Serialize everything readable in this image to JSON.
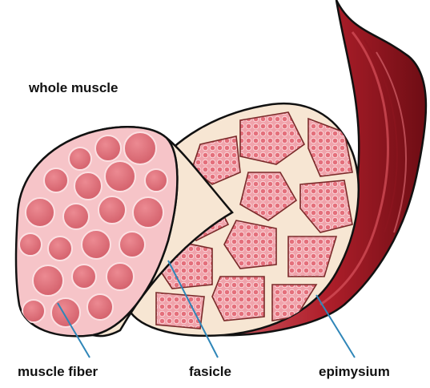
{
  "labels": {
    "whole_muscle": "whole muscle",
    "muscle_fiber": "muscle fiber",
    "fasicle": "fasicle",
    "epimysium": "epimysium"
  },
  "colors": {
    "muscle_red": "#b8222e",
    "muscle_dark": "#7e1119",
    "fiber_pink": "#e0707a",
    "fiber_light": "#f6c4c8",
    "fascicle_fill": "#f3b0b8",
    "sheath_cream": "#f7e6d3",
    "leader_line": "#2f86b8",
    "outline": "#111111"
  }
}
